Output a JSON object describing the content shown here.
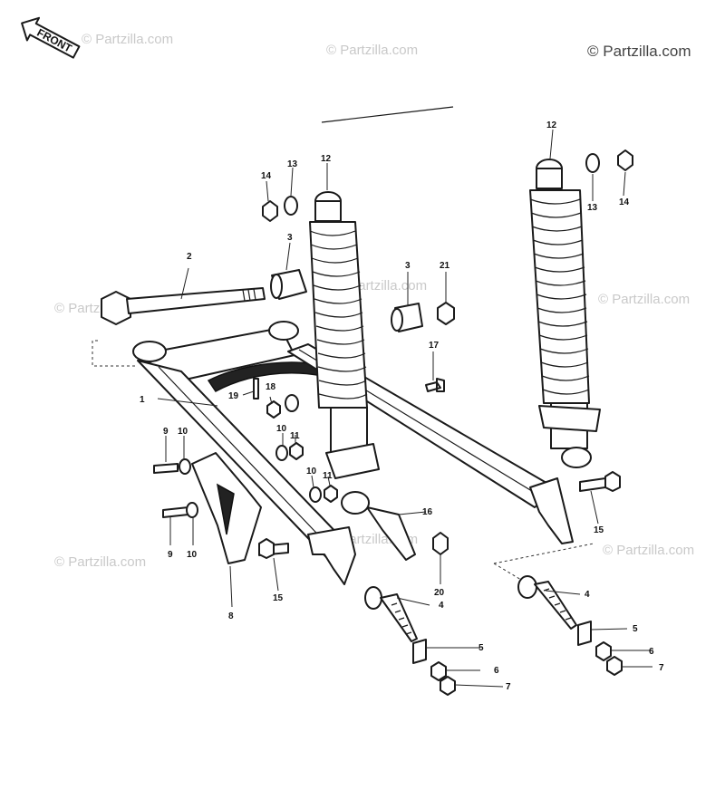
{
  "watermark": {
    "corner": "© Partzilla.com",
    "repeat": "© Partzilla.com"
  },
  "front_arrow": {
    "label": "FRONT",
    "icon": "front-direction-arrow-icon"
  },
  "callouts": [
    "1",
    "2",
    "3",
    "3",
    "4",
    "4",
    "5",
    "5",
    "6",
    "6",
    "7",
    "7",
    "8",
    "9",
    "9",
    "10",
    "10",
    "10",
    "10",
    "11",
    "11",
    "12",
    "12",
    "13",
    "13",
    "14",
    "14",
    "15",
    "15",
    "16",
    "17",
    "18",
    "19",
    "20",
    "21"
  ]
}
